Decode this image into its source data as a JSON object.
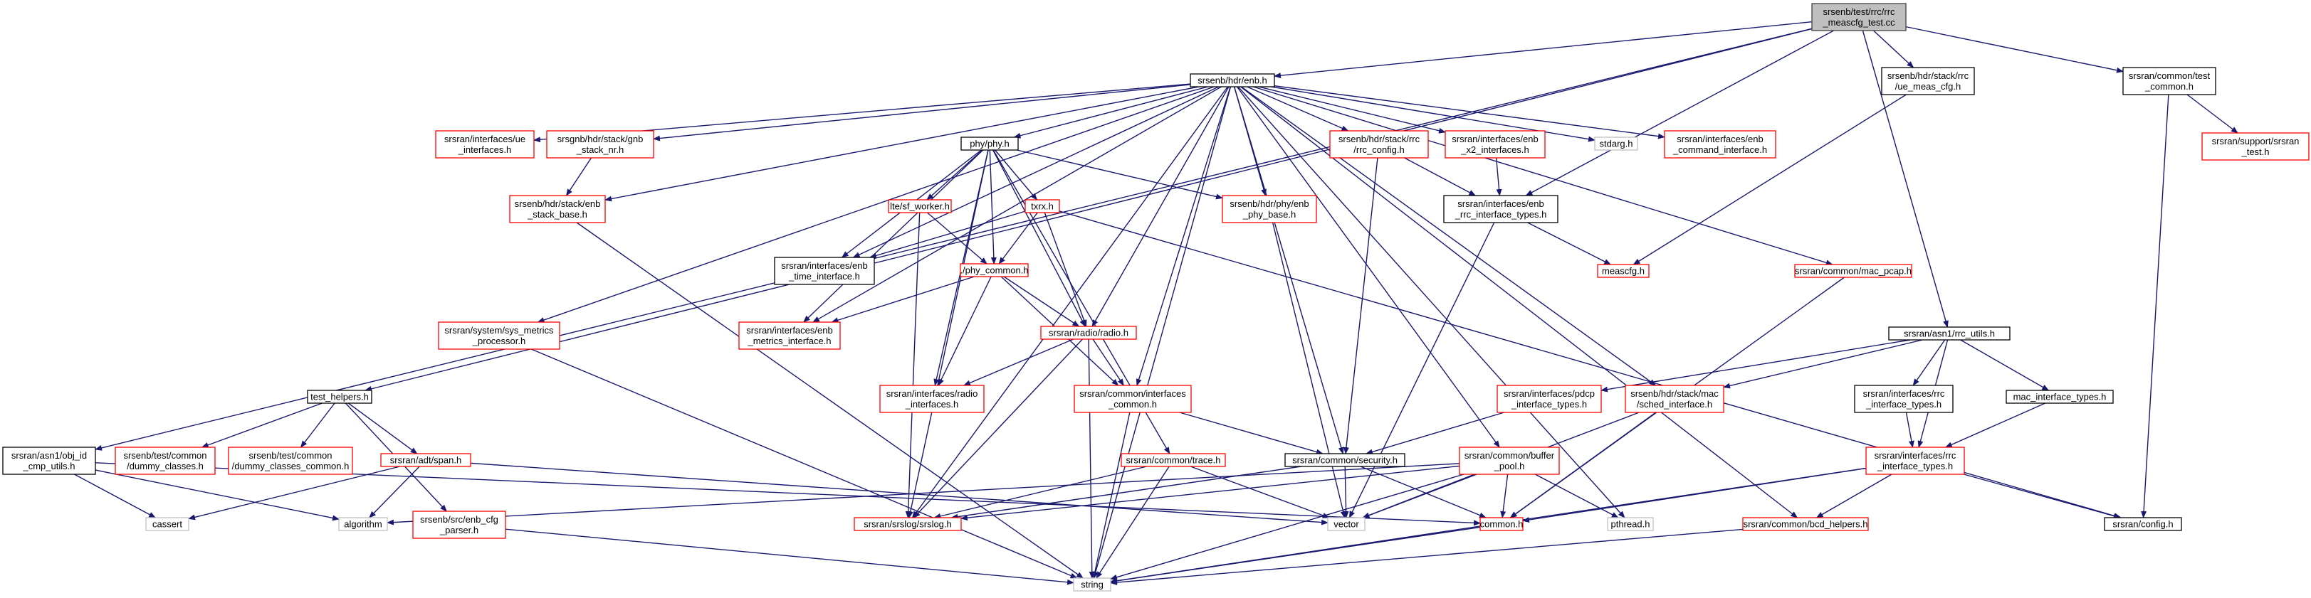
{
  "colors": {
    "edge": "#191970",
    "root_fill": "#bfbfbf",
    "root_border": "#404040",
    "documented_border": "#000000",
    "missing_border": "#ff0000",
    "system_border": "#bfbfbf"
  },
  "nodes": [
    {
      "id": "root",
      "kind": "root",
      "lines": [
        "srsenb/test/rrc/rrc",
        "_meascfg_test.cc"
      ]
    },
    {
      "id": "enb_h",
      "kind": "documented",
      "lines": [
        "srsenb/hdr/enb.h"
      ]
    },
    {
      "id": "ue_meas_cfg_h",
      "kind": "documented",
      "lines": [
        "srsenb/hdr/stack/rrc",
        "/ue_meas_cfg.h"
      ]
    },
    {
      "id": "test_common_h",
      "kind": "documented",
      "lines": [
        "srsran/common/test",
        "_common.h"
      ]
    },
    {
      "id": "srsran_test_h",
      "kind": "missing",
      "lines": [
        "srsran/support/srsran",
        "_test.h"
      ]
    },
    {
      "id": "ue_interfaces_h",
      "kind": "missing",
      "lines": [
        "srsran/interfaces/ue",
        "_interfaces.h"
      ]
    },
    {
      "id": "gnb_stack_nr_h",
      "kind": "missing",
      "lines": [
        "srsgnb/hdr/stack/gnb",
        "_stack_nr.h"
      ]
    },
    {
      "id": "phy_h",
      "kind": "documented",
      "lines": [
        "phy/phy.h"
      ]
    },
    {
      "id": "rrc_config_h",
      "kind": "missing",
      "lines": [
        "srsenb/hdr/stack/rrc",
        "/rrc_config.h"
      ]
    },
    {
      "id": "x2_interfaces_h",
      "kind": "missing",
      "lines": [
        "srsran/interfaces/enb",
        "_x2_interfaces.h"
      ]
    },
    {
      "id": "stdarg_h",
      "kind": "system",
      "lines": [
        "stdarg.h"
      ]
    },
    {
      "id": "command_interface_h",
      "kind": "missing",
      "lines": [
        "srsran/interfaces/enb",
        "_command_interface.h"
      ]
    },
    {
      "id": "enb_stack_base_h",
      "kind": "missing",
      "lines": [
        "srsenb/hdr/stack/enb",
        "_stack_base.h"
      ]
    },
    {
      "id": "lte_sf_worker_h",
      "kind": "missing",
      "lines": [
        "lte/sf_worker.h"
      ]
    },
    {
      "id": "txrx_h",
      "kind": "missing",
      "lines": [
        "txrx.h"
      ]
    },
    {
      "id": "enb_phy_base_h",
      "kind": "missing",
      "lines": [
        "srsenb/hdr/phy/enb",
        "_phy_base.h"
      ]
    },
    {
      "id": "rrc_interface_types_h",
      "kind": "documented",
      "lines": [
        "srsran/interfaces/enb",
        "_rrc_interface_types.h"
      ]
    },
    {
      "id": "enb_time_interface_h",
      "kind": "documented",
      "lines": [
        "srsran/interfaces/enb",
        "_time_interface.h"
      ]
    },
    {
      "id": "phy_common_h",
      "kind": "missing",
      "lines": [
        "./phy_common.h"
      ]
    },
    {
      "id": "meascfg_h",
      "kind": "missing",
      "lines": [
        "meascfg.h"
      ]
    },
    {
      "id": "mac_pcap_h",
      "kind": "missing",
      "lines": [
        "srsran/common/mac_pcap.h"
      ]
    },
    {
      "id": "sys_metrics_h",
      "kind": "missing",
      "lines": [
        "srsran/system/sys_metrics",
        "_processor.h"
      ]
    },
    {
      "id": "enb_metrics_interface_h",
      "kind": "missing",
      "lines": [
        "srsran/interfaces/enb",
        "_metrics_interface.h"
      ]
    },
    {
      "id": "radio_h",
      "kind": "missing",
      "lines": [
        "srsran/radio/radio.h"
      ]
    },
    {
      "id": "rrc_utils_h",
      "kind": "documented",
      "lines": [
        "srsran/asn1/rrc_utils.h"
      ]
    },
    {
      "id": "test_helpers_h",
      "kind": "documented",
      "lines": [
        "test_helpers.h"
      ]
    },
    {
      "id": "radio_interfaces_h",
      "kind": "missing",
      "lines": [
        "srsran/interfaces/radio",
        "_interfaces.h"
      ]
    },
    {
      "id": "common_interfaces_common_h",
      "kind": "missing",
      "lines": [
        "srsran/common/interfaces",
        "_common.h"
      ]
    },
    {
      "id": "pdcp_interface_types_h",
      "kind": "missing",
      "lines": [
        "srsran/interfaces/pdcp",
        "_interface_types.h"
      ]
    },
    {
      "id": "sched_interface_h",
      "kind": "missing",
      "lines": [
        "srsenb/hdr/stack/mac",
        "/sched_interface.h"
      ]
    },
    {
      "id": "rrc_interface_types_ifc_h",
      "kind": "documented",
      "lines": [
        "srsran/interfaces/rrc",
        "_interface_types.h"
      ]
    },
    {
      "id": "mac_interface_types_h",
      "kind": "documented",
      "lines": [
        "mac_interface_types.h"
      ]
    },
    {
      "id": "obj_id_cmp_utils_h",
      "kind": "documented",
      "lines": [
        "srsran/asn1/obj_id",
        "_cmp_utils.h"
      ]
    },
    {
      "id": "dummy_classes_h",
      "kind": "missing",
      "lines": [
        "srsenb/test/common",
        "/dummy_classes.h"
      ]
    },
    {
      "id": "dummy_classes_common_h",
      "kind": "missing",
      "lines": [
        "srsenb/test/common",
        "/dummy_classes_common.h"
      ]
    },
    {
      "id": "span_h",
      "kind": "missing",
      "lines": [
        "srsran/adt/span.h"
      ]
    },
    {
      "id": "trace_h",
      "kind": "missing",
      "lines": [
        "srsran/common/trace.h"
      ]
    },
    {
      "id": "security_h",
      "kind": "documented",
      "lines": [
        "srsran/common/security.h"
      ]
    },
    {
      "id": "buffer_pool_h",
      "kind": "missing",
      "lines": [
        "srsran/common/buffer",
        "_pool.h"
      ]
    },
    {
      "id": "rrc_interface_types_ifc2_h",
      "kind": "missing",
      "lines": [
        "srsran/interfaces/rrc",
        "_interface_types.h"
      ]
    },
    {
      "id": "cassert",
      "kind": "system",
      "lines": [
        "cassert"
      ]
    },
    {
      "id": "algorithm",
      "kind": "system",
      "lines": [
        "algorithm"
      ]
    },
    {
      "id": "enb_cfg_parser_h",
      "kind": "missing",
      "lines": [
        "srsenb/src/enb_cfg",
        "_parser.h"
      ]
    },
    {
      "id": "srslog_h",
      "kind": "missing",
      "lines": [
        "srsran/srslog/srslog.h"
      ]
    },
    {
      "id": "vector",
      "kind": "system",
      "lines": [
        "vector"
      ]
    },
    {
      "id": "common_h",
      "kind": "missing",
      "lines": [
        "common.h"
      ]
    },
    {
      "id": "pthread_h",
      "kind": "system",
      "lines": [
        "pthread.h"
      ]
    },
    {
      "id": "bcd_helpers_h",
      "kind": "missing",
      "lines": [
        "srsran/common/bcd_helpers.h"
      ]
    },
    {
      "id": "config_h",
      "kind": "documented",
      "lines": [
        "srsran/config.h"
      ]
    },
    {
      "id": "string",
      "kind": "system",
      "lines": [
        "string"
      ]
    }
  ],
  "edges": [
    [
      "root",
      "enb_h"
    ],
    [
      "root",
      "ue_meas_cfg_h"
    ],
    [
      "root",
      "test_common_h"
    ],
    [
      "root",
      "rrc_interface_types_h"
    ],
    [
      "root",
      "rrc_utils_h"
    ],
    [
      "root",
      "test_helpers_h"
    ],
    [
      "root",
      "obj_id_cmp_utils_h"
    ],
    [
      "test_common_h",
      "srsran_test_h"
    ],
    [
      "test_common_h",
      "config_h"
    ],
    [
      "ue_meas_cfg_h",
      "meascfg_h"
    ],
    [
      "enb_h",
      "ue_interfaces_h"
    ],
    [
      "enb_h",
      "gnb_stack_nr_h"
    ],
    [
      "enb_h",
      "phy_h"
    ],
    [
      "enb_h",
      "rrc_config_h"
    ],
    [
      "enb_h",
      "x2_interfaces_h"
    ],
    [
      "enb_h",
      "stdarg_h"
    ],
    [
      "enb_h",
      "command_interface_h"
    ],
    [
      "enb_h",
      "enb_stack_base_h"
    ],
    [
      "enb_h",
      "enb_time_interface_h"
    ],
    [
      "enb_h",
      "enb_phy_base_h"
    ],
    [
      "enb_h",
      "mac_pcap_h"
    ],
    [
      "enb_h",
      "sys_metrics_h"
    ],
    [
      "enb_h",
      "enb_metrics_interface_h"
    ],
    [
      "enb_h",
      "radio_h"
    ],
    [
      "enb_h",
      "common_interfaces_common_h"
    ],
    [
      "enb_h",
      "sched_interface_h"
    ],
    [
      "enb_h",
      "security_h"
    ],
    [
      "enb_h",
      "buffer_pool_h"
    ],
    [
      "enb_h",
      "srslog_h"
    ],
    [
      "enb_h",
      "string"
    ],
    [
      "enb_h",
      "pthread_h"
    ],
    [
      "enb_h",
      "bcd_helpers_h"
    ],
    [
      "gnb_stack_nr_h",
      "enb_stack_base_h"
    ],
    [
      "enb_stack_base_h",
      "string"
    ],
    [
      "phy_h",
      "lte_sf_worker_h"
    ],
    [
      "phy_h",
      "txrx_h"
    ],
    [
      "phy_h",
      "enb_phy_base_h"
    ],
    [
      "phy_h",
      "enb_time_interface_h"
    ],
    [
      "phy_h",
      "phy_common_h"
    ],
    [
      "phy_h",
      "enb_metrics_interface_h"
    ],
    [
      "phy_h",
      "radio_h"
    ],
    [
      "phy_h",
      "radio_interfaces_h"
    ],
    [
      "phy_h",
      "trace_h"
    ],
    [
      "phy_h",
      "srslog_h"
    ],
    [
      "lte_sf_worker_h",
      "phy_common_h"
    ],
    [
      "lte_sf_worker_h",
      "srslog_h"
    ],
    [
      "txrx_h",
      "enb_time_interface_h"
    ],
    [
      "txrx_h",
      "phy_common_h"
    ],
    [
      "txrx_h",
      "radio_h"
    ],
    [
      "txrx_h",
      "config_h"
    ],
    [
      "phy_common_h",
      "enb_metrics_interface_h"
    ],
    [
      "phy_common_h",
      "radio_h"
    ],
    [
      "phy_common_h",
      "radio_interfaces_h"
    ],
    [
      "phy_common_h",
      "common_interfaces_common_h"
    ],
    [
      "enb_phy_base_h",
      "vector"
    ],
    [
      "rrc_config_h",
      "rrc_interface_types_h"
    ],
    [
      "rrc_config_h",
      "security_h"
    ],
    [
      "x2_interfaces_h",
      "rrc_interface_types_h"
    ],
    [
      "rrc_interface_types_h",
      "meascfg_h"
    ],
    [
      "rrc_interface_types_h",
      "vector"
    ],
    [
      "mac_pcap_h",
      "common_h"
    ],
    [
      "sys_metrics_h",
      "string"
    ],
    [
      "radio_h",
      "radio_interfaces_h"
    ],
    [
      "radio_h",
      "common_interfaces_common_h"
    ],
    [
      "radio_h",
      "srslog_h"
    ],
    [
      "radio_h",
      "string"
    ],
    [
      "common_interfaces_common_h",
      "security_h"
    ],
    [
      "common_interfaces_common_h",
      "string"
    ],
    [
      "rrc_utils_h",
      "pdcp_interface_types_h"
    ],
    [
      "rrc_utils_h",
      "sched_interface_h"
    ],
    [
      "rrc_utils_h",
      "rrc_interface_types_ifc_h"
    ],
    [
      "rrc_utils_h",
      "mac_interface_types_h"
    ],
    [
      "rrc_utils_h",
      "rrc_interface_types_ifc2_h"
    ],
    [
      "pdcp_interface_types_h",
      "security_h"
    ],
    [
      "sched_interface_h",
      "common_h"
    ],
    [
      "sched_interface_h",
      "vector"
    ],
    [
      "rrc_interface_types_ifc_h",
      "rrc_interface_types_ifc2_h"
    ],
    [
      "mac_interface_types_h",
      "rrc_interface_types_ifc2_h"
    ],
    [
      "rrc_interface_types_ifc2_h",
      "common_h"
    ],
    [
      "rrc_interface_types_ifc2_h",
      "bcd_helpers_h"
    ],
    [
      "rrc_interface_types_ifc2_h",
      "config_h"
    ],
    [
      "rrc_interface_types_ifc2_h",
      "string"
    ],
    [
      "test_helpers_h",
      "dummy_classes_h"
    ],
    [
      "test_helpers_h",
      "dummy_classes_common_h"
    ],
    [
      "test_helpers_h",
      "span_h"
    ],
    [
      "test_helpers_h",
      "enb_cfg_parser_h"
    ],
    [
      "span_h",
      "algorithm"
    ],
    [
      "span_h",
      "cassert"
    ],
    [
      "span_h",
      "vector"
    ],
    [
      "obj_id_cmp_utils_h",
      "cassert"
    ],
    [
      "obj_id_cmp_utils_h",
      "algorithm"
    ],
    [
      "obj_id_cmp_utils_h",
      "common_h"
    ],
    [
      "enb_cfg_parser_h",
      "string"
    ],
    [
      "trace_h",
      "vector"
    ],
    [
      "trace_h",
      "string"
    ],
    [
      "trace_h",
      "srslog_h"
    ],
    [
      "security_h",
      "common_h"
    ],
    [
      "security_h",
      "vector"
    ],
    [
      "security_h",
      "srslog_h"
    ],
    [
      "buffer_pool_h",
      "common_h"
    ],
    [
      "buffer_pool_h",
      "pthread_h"
    ],
    [
      "buffer_pool_h",
      "vector"
    ],
    [
      "buffer_pool_h",
      "string"
    ],
    [
      "buffer_pool_h",
      "srslog_h"
    ],
    [
      "buffer_pool_h",
      "algorithm"
    ],
    [
      "common_h",
      "string"
    ],
    [
      "bcd_helpers_h",
      "string"
    ]
  ]
}
